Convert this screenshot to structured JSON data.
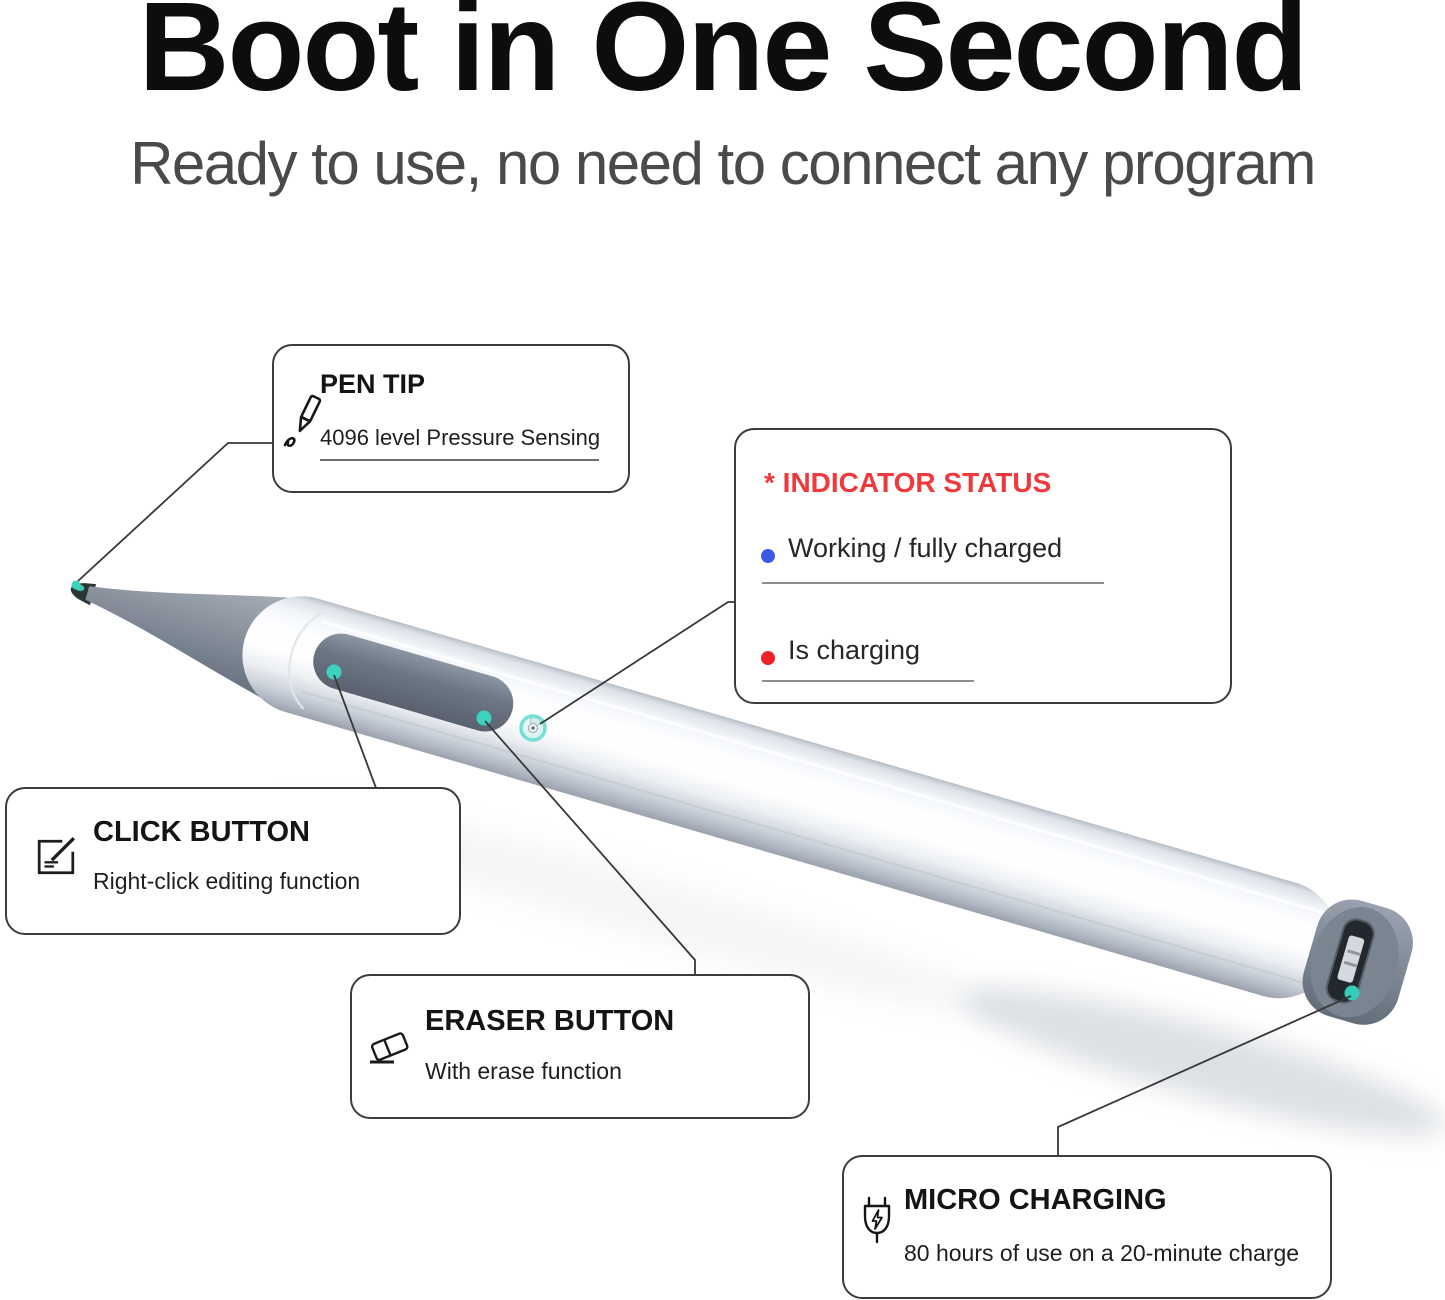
{
  "header": {
    "title": "Boot in One Second",
    "subtitle": "Ready to use, no need to connect any program"
  },
  "callouts": {
    "pen_tip": {
      "title": "PEN TIP",
      "description": "4096 level Pressure Sensing",
      "icon": "pen-writing-icon"
    },
    "indicator_status": {
      "title": "* INDICATOR STATUS",
      "items": [
        {
          "label": "Working / fully charged",
          "dot_color": "#3a5be0"
        },
        {
          "label": "Is charging",
          "dot_color": "#ee2222"
        }
      ]
    },
    "click_button": {
      "title": "CLICK BUTTON",
      "description": "Right-click editing function",
      "icon": "edit-square-icon"
    },
    "eraser_button": {
      "title": "ERASER BUTTON",
      "description": "With erase function",
      "icon": "eraser-icon"
    },
    "micro_charging": {
      "title": "MICRO CHARGING",
      "description": "80 hours of use on a 20-minute charge",
      "icon": "charging-plug-icon"
    }
  },
  "pen": {
    "anchor_points": [
      "pen-tip",
      "click-button",
      "eraser-button",
      "indicator-led",
      "charging-port"
    ],
    "colors": {
      "anchor_teal": "#3bd2bf",
      "body_white": "#f4f6f9",
      "grip_gray": "#8b939f",
      "button_slate": "#6d7684",
      "heading_red": "#ee3a3d",
      "bullet_blue": "#3a5be0",
      "bullet_red": "#ee2222",
      "title_black": "#0d0d0d",
      "subtitle_gray": "#4a4a4a"
    }
  }
}
